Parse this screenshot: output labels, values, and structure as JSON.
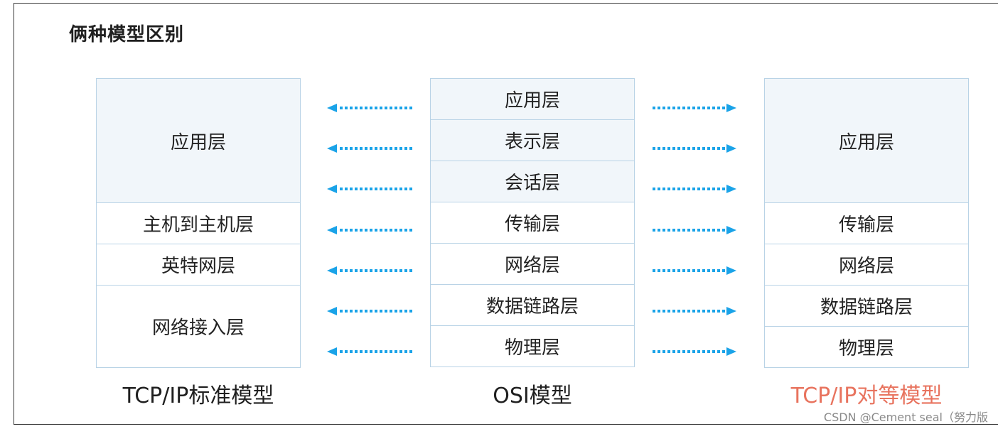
{
  "title": "俩种模型区别",
  "tcpip_standard": {
    "caption": "TCP/IP标准模型",
    "layers": [
      {
        "label": "应用层",
        "span": 3
      },
      {
        "label": "主机到主机层",
        "span": 1
      },
      {
        "label": "英特网层",
        "span": 1
      },
      {
        "label": "网络接入层",
        "span": 2
      }
    ]
  },
  "osi": {
    "caption": "OSI模型",
    "layers": [
      "应用层",
      "表示层",
      "会话层",
      "传输层",
      "网络层",
      "数据链路层",
      "物理层"
    ]
  },
  "tcpip_peer": {
    "caption": "TCP/IP对等模型",
    "caption_color": "#e8735e",
    "layers": [
      {
        "label": "应用层",
        "span": 3
      },
      {
        "label": "传输层",
        "span": 1
      },
      {
        "label": "网络层",
        "span": 1
      },
      {
        "label": "数据链路层",
        "span": 1
      },
      {
        "label": "物理层",
        "span": 1
      }
    ]
  },
  "arrow_color": "#1aa3e8",
  "watermark": "CSDN @Cement seal（努力版"
}
